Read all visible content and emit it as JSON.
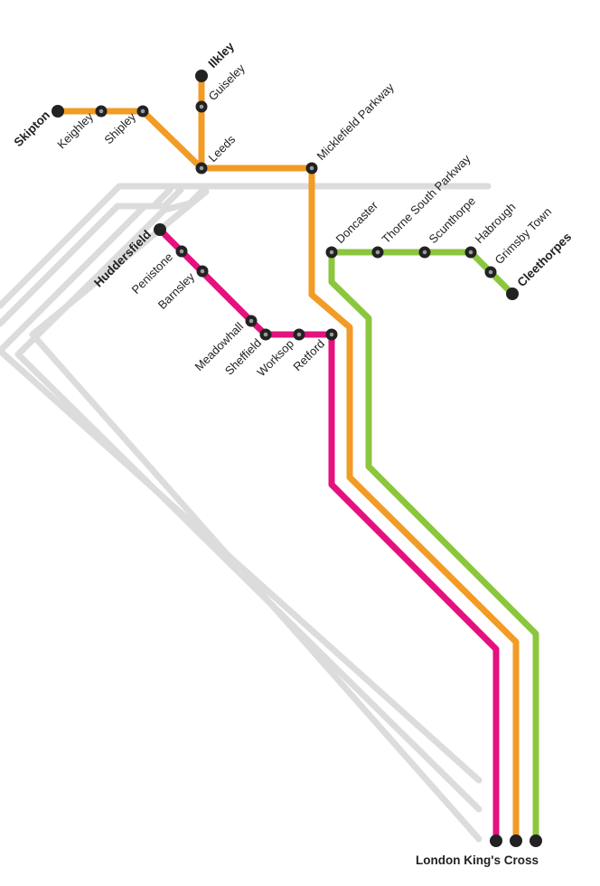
{
  "colors": {
    "orange": "#f29b25",
    "magenta": "#e4117f",
    "green": "#8cc63f",
    "other_routes": "#dcdcdc",
    "station": "#222222"
  },
  "lines": [
    {
      "id": "leeds-line",
      "color_key": "orange"
    },
    {
      "id": "sheffield-line",
      "color_key": "magenta"
    },
    {
      "id": "lincolnshire-line",
      "color_key": "green"
    }
  ],
  "stations": {
    "skipton": "Skipton",
    "keighley": "Keighley",
    "shipley": "Shipley",
    "leeds": "Leeds",
    "guiseley": "Guiseley",
    "ilkley": "Ilkley",
    "micklefield_parkway": "Micklefield Parkway",
    "huddersfield": "Huddersfield",
    "penistone": "Penistone",
    "barnsley": "Barnsley",
    "meadowhall": "Meadowhall",
    "sheffield": "Sheffield",
    "worksop": "Worksop",
    "retford": "Retford",
    "doncaster": "Doncaster",
    "thorne_south_parkway": "Thorne South Parkway",
    "scunthorpe": "Scunthorpe",
    "habrough": "Habrough",
    "grimsby_town": "Grimsby Town",
    "cleethorpes": "Cleethorpes",
    "london_kings_cross": "London King's Cross"
  },
  "terminus_stations": [
    "skipton",
    "ilkley",
    "huddersfield",
    "cleethorpes",
    "london_kings_cross"
  ]
}
